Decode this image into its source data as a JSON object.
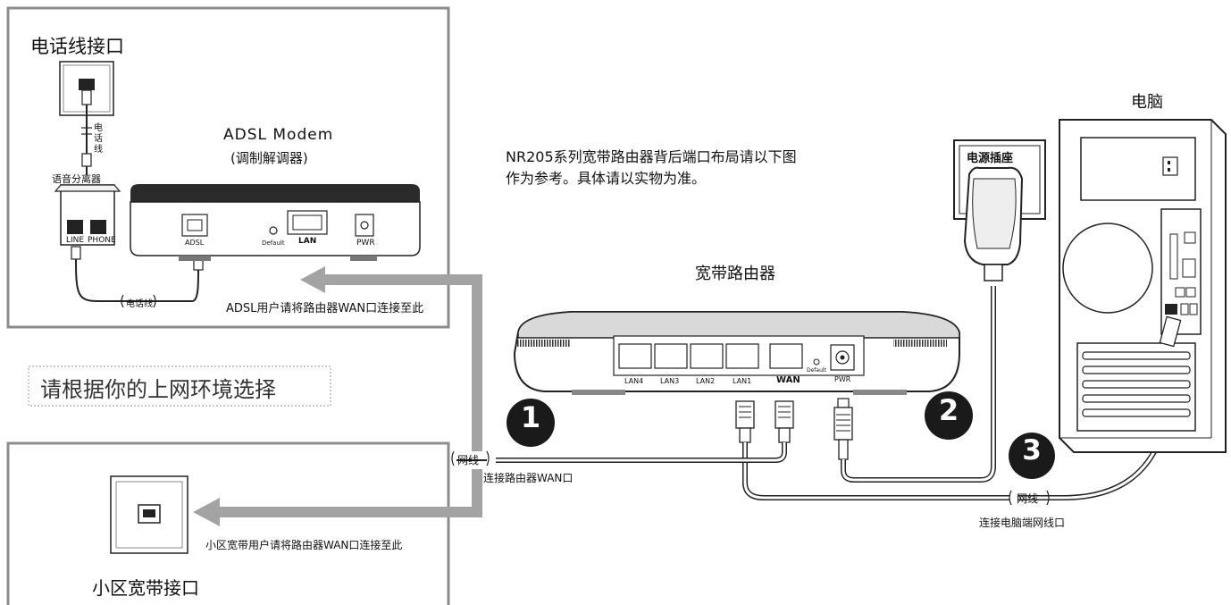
{
  "adsl_panel": {
    "title": "电话线接口",
    "cable_vertical": "电话线",
    "splitter": "语音分离器",
    "line_port": "LINE",
    "phone_port": "PHONE",
    "modem_title": "ADSL Modem",
    "modem_subtitle": "(调制解调器)",
    "modem_ports": {
      "adsl": "ADSL",
      "default": "Default",
      "lan": "LAN",
      "pwr": "PWR"
    },
    "bottom_cable": "电话线",
    "note": "ADSL用户请将路由器WAN口连接至此"
  },
  "choose_label": "请根据你的上网环境选择",
  "community_panel": {
    "title": "小区宽带接口",
    "note": "小区宽带用户请将路由器WAN口连接至此"
  },
  "description": {
    "line1": "NR205系列宽带路由器背后端口布局请以下图",
    "line2": "作为参考。具体请以实物为准。"
  },
  "router": {
    "label": "宽带路由器",
    "ports": [
      "LAN4",
      "LAN3",
      "LAN2",
      "LAN1",
      "WAN"
    ],
    "default_label": "Default",
    "pwr_label": "PWR"
  },
  "power": {
    "label": "电源插座"
  },
  "pc": {
    "label": "电脑"
  },
  "steps": [
    "1",
    "2",
    "3"
  ],
  "cables": {
    "wan_cable": "网线",
    "wan_desc": "连接路由器WAN口",
    "pc_cable": "网线",
    "pc_desc": "连接电脑端网线口"
  },
  "colors": {
    "frame": "#8c8c8c",
    "arrow": "#a3a3a3",
    "ink": "#222222"
  }
}
